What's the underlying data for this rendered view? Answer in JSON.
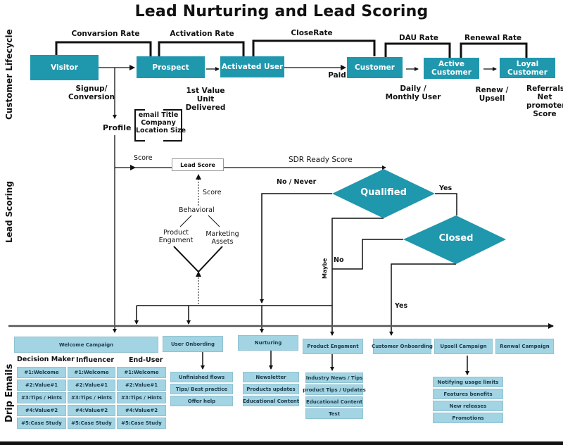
{
  "title": "Lead Nurturing and Lead Scoring",
  "sections": {
    "lifecycle": "Customer Lifecycle",
    "scoring": "Lead Scoring",
    "drip": "Drip Emails"
  },
  "lifecycle": {
    "stages": [
      {
        "label": "Visitor"
      },
      {
        "label": "Prospect"
      },
      {
        "label": "Activated User"
      },
      {
        "label": "Customer"
      },
      {
        "label": "Active Customer"
      },
      {
        "label": "Loyal Customer"
      }
    ],
    "rates": {
      "conversion": "Convarsion Rate",
      "activation": "Activation Rate",
      "close": "CloseRate",
      "dau": "DAU Rate",
      "renewal": "Renewal Rate"
    },
    "annotations": {
      "signup": "Signup/ Conversion",
      "value_unit": "1st Value Unit Delivered",
      "paid": "Paid",
      "daily_monthly": "Daily / Monthly User",
      "renew_upsell": "Renew / Upsell",
      "referrals": "Referrals/ Net promoter Score"
    },
    "profile": {
      "label": "Profile",
      "fields": [
        "email Title",
        "Company",
        "Location Size"
      ]
    }
  },
  "scoring": {
    "score_label": "Score",
    "lead_score": "Lead Score",
    "sdr_ready": "SDR Ready Score",
    "no_never": "No / Never",
    "behavioral": "Behavioral",
    "behavior_score": "Score",
    "product_engagement": "Product Engament",
    "marketing_assets": "Marketing Assets",
    "qualified": "Qualified",
    "closed": "Closed",
    "yes1": "Yes",
    "yes2": "Yes",
    "maybe": "Maybe",
    "no": "No"
  },
  "drip": {
    "welcome": {
      "label": "Welcome Campaign",
      "personas": [
        {
          "name": "Decision Maker",
          "emails": [
            "#1:Welcome",
            "#2:Value#1",
            "#3:Tips / Hints",
            "#4:Value#2",
            "#5:Case Study"
          ]
        },
        {
          "name": "Influencer",
          "emails": [
            "#1:Welcome",
            "#2:Value#1",
            "#3:Tips / Hints",
            "#4:Value#2",
            "#5:Case Study"
          ]
        },
        {
          "name": "End-User",
          "emails": [
            "#1:Welcome",
            "#2:Value#1",
            "#3:Tips / Hints",
            "#4:Value#2",
            "#5:Case Study"
          ]
        }
      ]
    },
    "user_onboarding": {
      "label": "User Onbording",
      "items": [
        "Unfinished flows",
        "Tips/ Best practice",
        "Offer help"
      ]
    },
    "nurturing": {
      "label": "Nurturing",
      "items": [
        "Newsletter",
        "Products updates",
        "Educational Content"
      ]
    },
    "product_engagement": {
      "label": "Product Engament",
      "items": [
        "Industry News / Tips",
        "product Tips / Updates",
        "Educational Content",
        "Test"
      ]
    },
    "customer_onboarding": {
      "label": "Customer Onboarding"
    },
    "upsell": {
      "label": "Upsell Campaign",
      "items": [
        "Notifying usage limits",
        "Features benefits",
        "New releases",
        "Promotions"
      ]
    },
    "renewal": {
      "label": "Renwal Campaign"
    }
  },
  "colors": {
    "teal": "#1f97ad",
    "light_blue": "#a3d4e3"
  }
}
